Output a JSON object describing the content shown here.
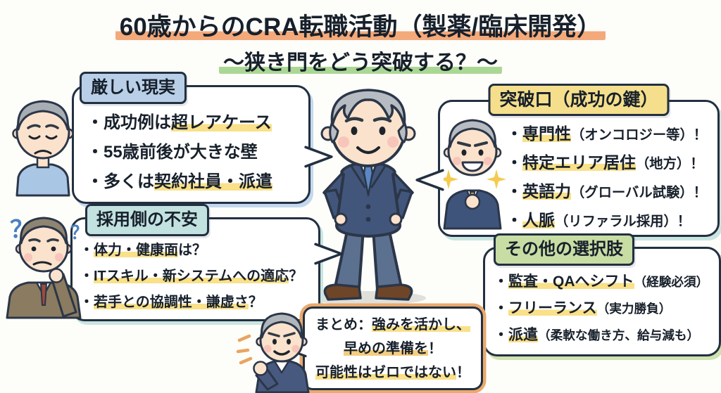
{
  "title": {
    "line1": "60歳からのCRA転職活動（製薬/臨床開発）",
    "line2": "～狭き門をどう突破する？～"
  },
  "bubbles": {
    "harsh_reality": {
      "header": "厳しい現実",
      "items": [
        {
          "pre": "・成功例は",
          "hl": "超レアケース",
          "post": ""
        },
        {
          "pre": "・55歳前後が大きな壁",
          "hl": "",
          "post": ""
        },
        {
          "pre": "・多くは",
          "hl": "契約社員・派遣",
          "post": ""
        }
      ]
    },
    "employer_concerns": {
      "header": "採用側の不安",
      "items": [
        {
          "pre": "・",
          "hl": "体力・健康面",
          "post": "は？"
        },
        {
          "pre": "・",
          "hl": "ITスキル・新システムへの適応",
          "post": "？"
        },
        {
          "pre": "・",
          "hl": "若手との協調性・謙虚さ",
          "post": "？"
        }
      ]
    },
    "breakthrough": {
      "header": "突破口（成功の鍵）",
      "items": [
        {
          "pre": "・",
          "hl": "専門性",
          "post": "（オンコロジー等）！"
        },
        {
          "pre": "・",
          "hl": "特定エリア居住",
          "post": "（地方）！"
        },
        {
          "pre": "・",
          "hl": "英語力",
          "post": "（グローバル試験）！"
        },
        {
          "pre": "・",
          "hl": "人脈",
          "post": "（リファラル採用）！"
        }
      ]
    },
    "other_options": {
      "header": "その他の選択肢",
      "items": [
        {
          "pre": "・",
          "hl": "監査・QAへシフト",
          "post": "（経験必須）"
        },
        {
          "pre": "・",
          "hl": "フリーランス",
          "post": "（実力勝負）"
        },
        {
          "pre": "・",
          "hl": "派遣",
          "post": "（柔軟な働き方、給与減も）"
        }
      ]
    }
  },
  "summary": {
    "lines": [
      {
        "pre": "まとめ：",
        "hl": "強みを活かし、",
        "post": ""
      },
      {
        "pre": "",
        "hl": "早めの準備を",
        "post": "！"
      },
      {
        "pre": "",
        "hl": "可能性はゼロではない",
        "post": "！"
      }
    ]
  },
  "decorations": {
    "question_mark": "？"
  },
  "colors": {
    "title_underline_1": "#f3a97a",
    "title_underline_2": "#abd795",
    "harsh_header_bg": "#b9cfe7",
    "employer_header_bg": "#c2e2df",
    "breakthrough_header_bg": "#f6df8c",
    "other_header_bg": "#c8dda4",
    "summary_border_glow": "#eaa96d",
    "text_highlight": "#f9e089",
    "question_mark_blue": "#4a7fc1",
    "sparkle_yellow": "#f5ca4e"
  }
}
